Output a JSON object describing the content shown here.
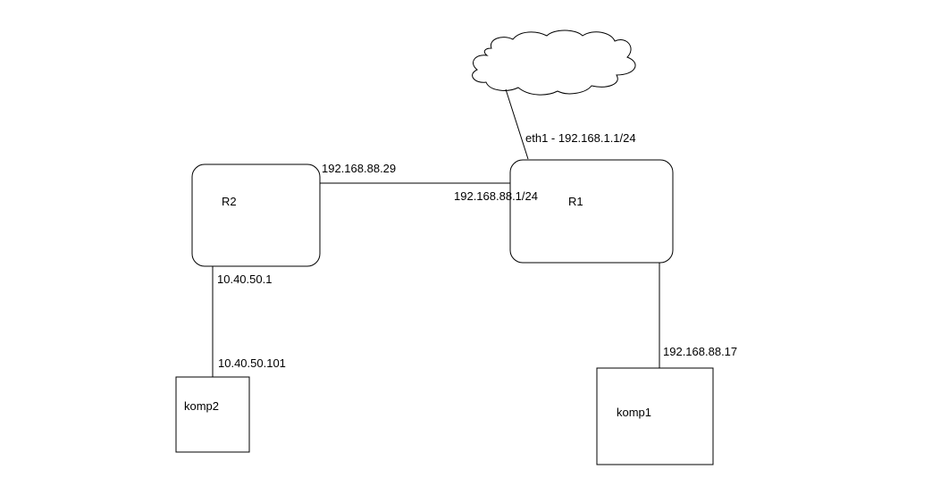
{
  "nodes": {
    "r2": {
      "label": "R2"
    },
    "r1": {
      "label": "R1"
    },
    "komp2": {
      "label": "komp2"
    },
    "komp1": {
      "label": "komp1"
    },
    "internet": {
      "label": ""
    }
  },
  "links": {
    "r1_internet": {
      "label": "eth1 - 192.168.1.1/24"
    },
    "r2_r1": {
      "r2_side": "192.168.88.29",
      "r1_side": "192.168.88.1/24"
    },
    "r2_komp2": {
      "r2_side": "10.40.50.1",
      "komp2_side": "10.40.50.101"
    },
    "r1_komp1": {
      "komp1_side": "192.168.88.17"
    }
  },
  "colors": {
    "stroke": "#000000",
    "background": "#ffffff",
    "text": "#000000"
  }
}
